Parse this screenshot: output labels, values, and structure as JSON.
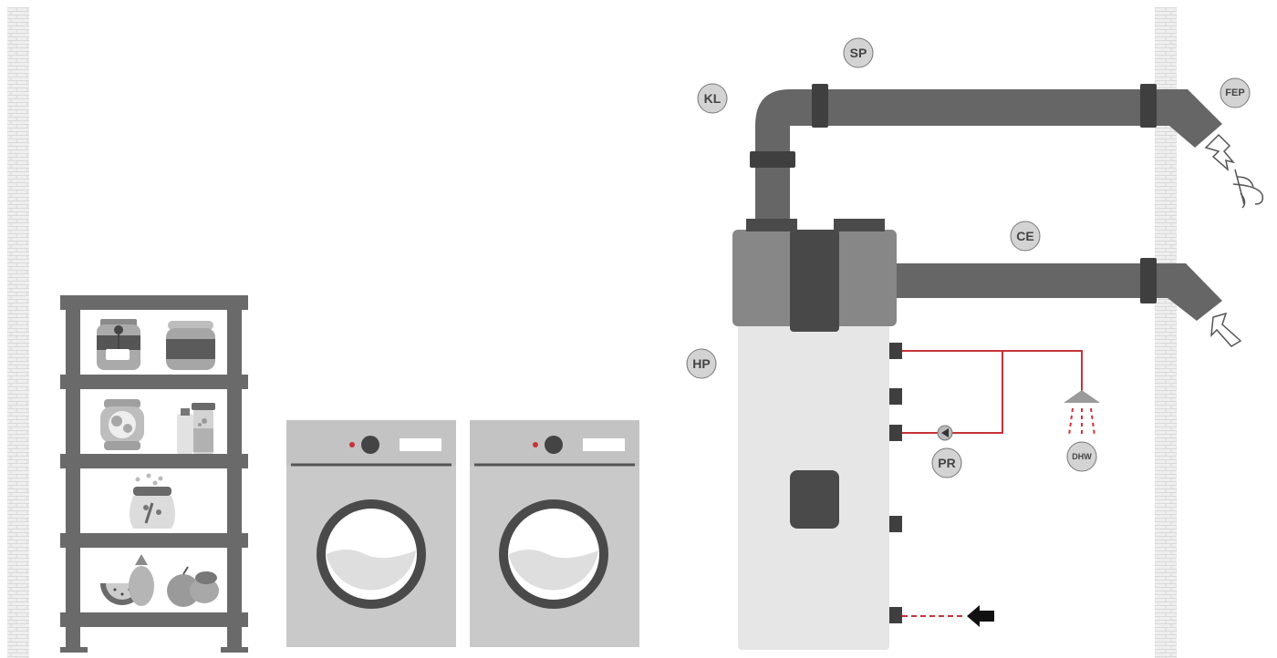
{
  "labels": {
    "sp": "SP",
    "kl": "KL",
    "fep": "FEP",
    "ce": "CE",
    "hp": "HP",
    "pr": "PR",
    "dhw": "DHW"
  },
  "colors": {
    "wall_light": "#ececec",
    "wall_line": "#dcdcdc",
    "duct": "#666666",
    "duct_dark": "#3f3f3f",
    "unit_body": "#e6e6e6",
    "unit_head": "#878787",
    "pipe_red": "#c8323a",
    "label_bg": "#d3d3d3",
    "label_border": "#777777",
    "shelf": "#6a6a6a",
    "machine": "#c9c9c9",
    "machine_door": "#4a4a4a"
  },
  "icons": {
    "exhaust": "airflow-out-icon",
    "intake": "airflow-in-icon",
    "shower": "shower-icon",
    "pump": "pump-icon",
    "inlet": "inlet-arrow-icon"
  }
}
